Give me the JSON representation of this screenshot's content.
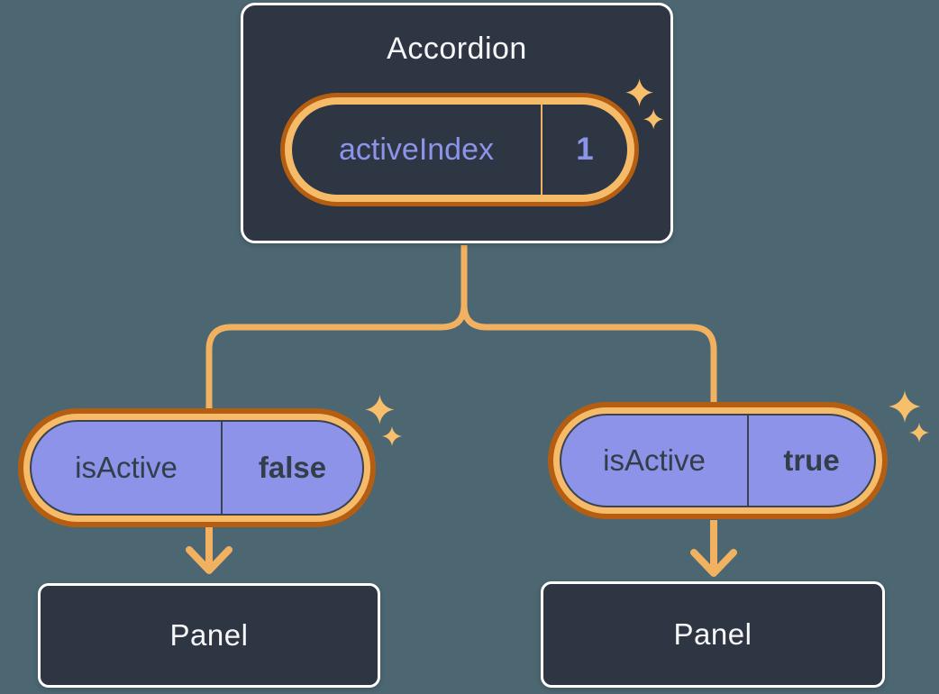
{
  "colors": {
    "background": "#4C6771",
    "node_fill": "#2E3543",
    "node_border": "#FFFFFF",
    "node_text": "#F6F7F9",
    "purple_fill": "#8C93E9",
    "purple_text": "#8B94E9",
    "dark_text": "#343E4B",
    "ring_dark_orange": "#B55E11",
    "ring_gold": "#F6BB69",
    "connector": "#F2B160",
    "sparkle": "#F7BE6C",
    "pill_outline": "#3A4250"
  },
  "accordion": {
    "title": "Accordion",
    "state": {
      "label": "activeIndex",
      "value": "1"
    }
  },
  "children": [
    {
      "prop": {
        "label": "isActive",
        "value": "false"
      },
      "panel_label": "Panel"
    },
    {
      "prop": {
        "label": "isActive",
        "value": "true"
      },
      "panel_label": "Panel"
    }
  ]
}
